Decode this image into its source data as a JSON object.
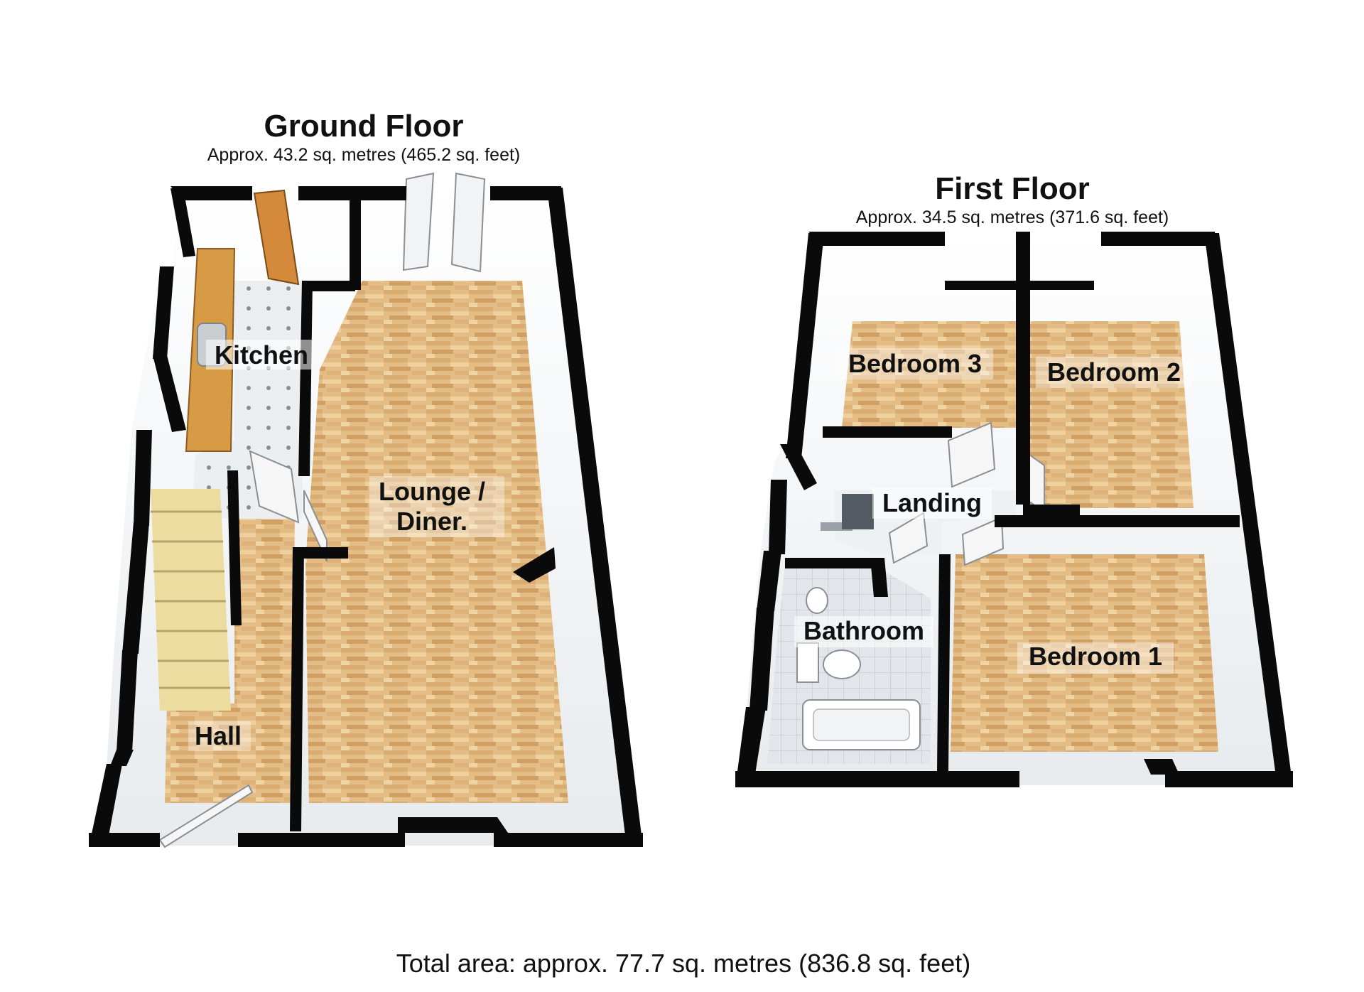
{
  "colors": {
    "wall": "#0a0a0a",
    "wood_light": "#e8c48e",
    "wood_dark": "#c99b5c",
    "tile_light": "#e9ecef",
    "tile_dark": "#cfd5db",
    "inner_wall": "#f4f6f7",
    "glass": "#e6f2f4",
    "stairs": "#ecdca0",
    "worktop": "#d79a45"
  },
  "ground_floor": {
    "title": "Ground Floor",
    "area": "Approx. 43.2 sq. metres (465.2 sq. feet)",
    "rooms": {
      "kitchen": "Kitchen",
      "lounge_line1": "Lounge /",
      "lounge_line2": "Diner.",
      "hall": "Hall"
    }
  },
  "first_floor": {
    "title": "First Floor",
    "area": "Approx. 34.5 sq. metres (371.6 sq. feet)",
    "rooms": {
      "bedroom3": "Bedroom 3",
      "bedroom2": "Bedroom 2",
      "landing": "Landing",
      "bathroom": "Bathroom",
      "bedroom1": "Bedroom 1"
    }
  },
  "total_area": "Total area: approx. 77.7 sq. metres (836.8 sq. feet)"
}
